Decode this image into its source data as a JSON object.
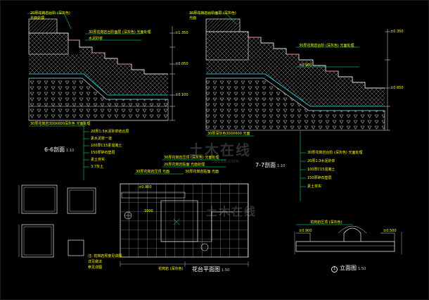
{
  "sections": {
    "left_title": "6-6剖面",
    "left_scale": "1:10",
    "right_title": "7-7剖面",
    "right_scale": "1:10",
    "plan_title": "花台平面图",
    "plan_scale": "1:50",
    "elev_title": "立面图",
    "elev_scale": "1:50",
    "elev_marker": "1"
  },
  "watermark": {
    "brand": "土木在线",
    "url": "co188.com"
  },
  "labels": {
    "l_top1": "20厚花岗岩台阶 (深灰色)",
    "l_top2": "光面处理",
    "l_note1": "30厚花岗岩台阶面层 (深灰色) 光面处理",
    "l_note2": "水泥砂浆",
    "l_elev1": "±1.350",
    "l_elev2": "±0.050",
    "l_elev3": "±0.100",
    "l_bottom": "30厚花岗岩300X600深灰色 光面处理",
    "l_list": [
      "20厚1:3水泥砂浆结合层",
      "素水泥浆一道",
      "100厚C15素混凝土",
      "150厚碎石垫层",
      "素土夯实",
      "3:7灰土"
    ],
    "r_top1": "30厚花岗岩台阶面层 (深灰色)",
    "r_top2": "光面",
    "r_note1": "30厚花岗岩台阶 (深灰色) 光面处理",
    "r_note2": "±0.900",
    "r_elev1": "±0.350",
    "r_elev2": "±0.650",
    "r_bottom": "30厚深灰色300X600 光面",
    "r_list": [
      "30厚花岗岩台阶 (深灰色) 光面处理",
      "20厚1:3水泥砂浆",
      "100厚C15混凝土",
      "150厚碎石垫层",
      "素土夯实"
    ],
    "p_note1": "30厚花岗岩压顶 (深灰色) 光面处理",
    "p_note2": "20厚花岗岩贴面 光面处理",
    "p_note3": "30厚花岗岩压顶 光面",
    "p_note4": "30厚花岗岩贴面 光面",
    "p_elev": "±0.900",
    "p_dim": "1000",
    "p_foot": "花岗岩 (深灰色)",
    "d_note1": "注: 花岗岩厚度见详图",
    "d_note2": "详见做法",
    "d_note3": "参见详图",
    "e_label": "花岗岩压顶 (深灰色)",
    "e_elev1": "±0.900",
    "e_elev2": "±0.500"
  },
  "colors": {
    "background": "#000000",
    "structure": "#e8e8e8",
    "annotation": "#ffff00",
    "leader": "#00ff66",
    "accent": "#00ffff",
    "highlight": "#ff3030"
  }
}
